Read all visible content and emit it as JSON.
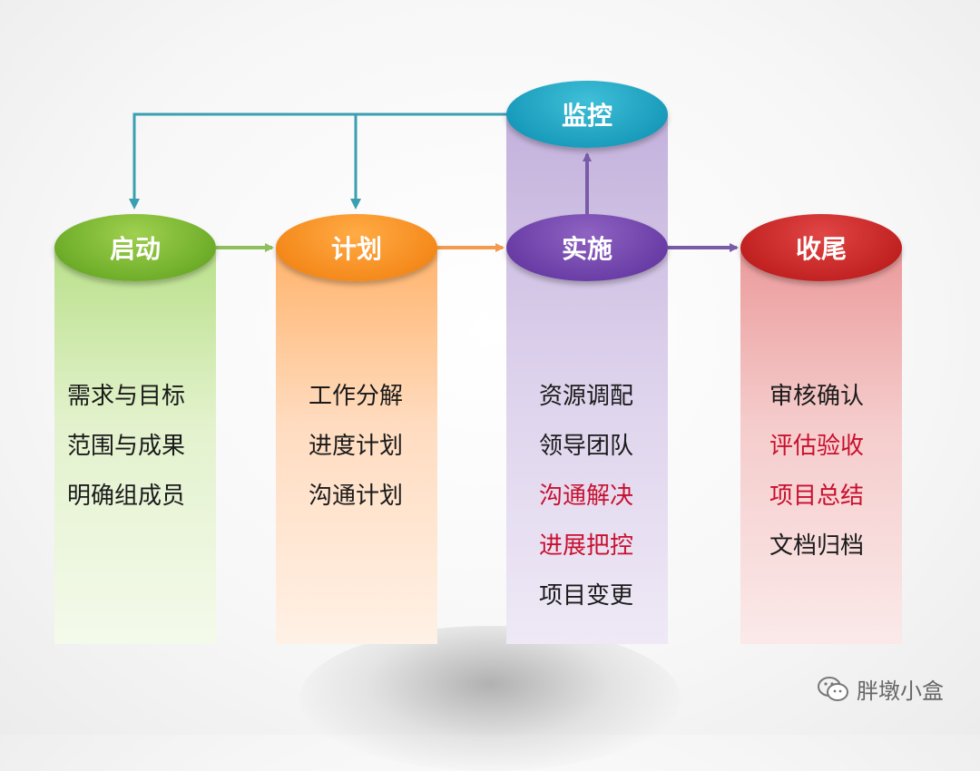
{
  "phases": {
    "initiate": {
      "label": "启动",
      "items": [
        "需求与目标",
        "范围与成果",
        "明确组成员"
      ],
      "color": "#6fae2a"
    },
    "plan": {
      "label": "计划",
      "items": [
        "工作分解",
        "进度计划",
        "沟通计划"
      ],
      "color": "#f58a1c"
    },
    "execute": {
      "label": "实施",
      "items": [
        "资源调配",
        "领导团队",
        "沟通解决",
        "进展把控",
        "项目变更"
      ],
      "highlighted": [
        false,
        false,
        true,
        true,
        false
      ],
      "color": "#6a3ea6"
    },
    "close": {
      "label": "收尾",
      "items": [
        "审核确认",
        "评估验收",
        "项目总结",
        "文档归档"
      ],
      "highlighted": [
        false,
        true,
        true,
        false
      ],
      "color": "#c22222"
    },
    "monitor": {
      "label": "监控",
      "color": "#1a9cbc"
    }
  },
  "highlight_color": "#c8102e",
  "watermark": {
    "icon": "wechat-icon",
    "text": "胖墩小盒"
  }
}
